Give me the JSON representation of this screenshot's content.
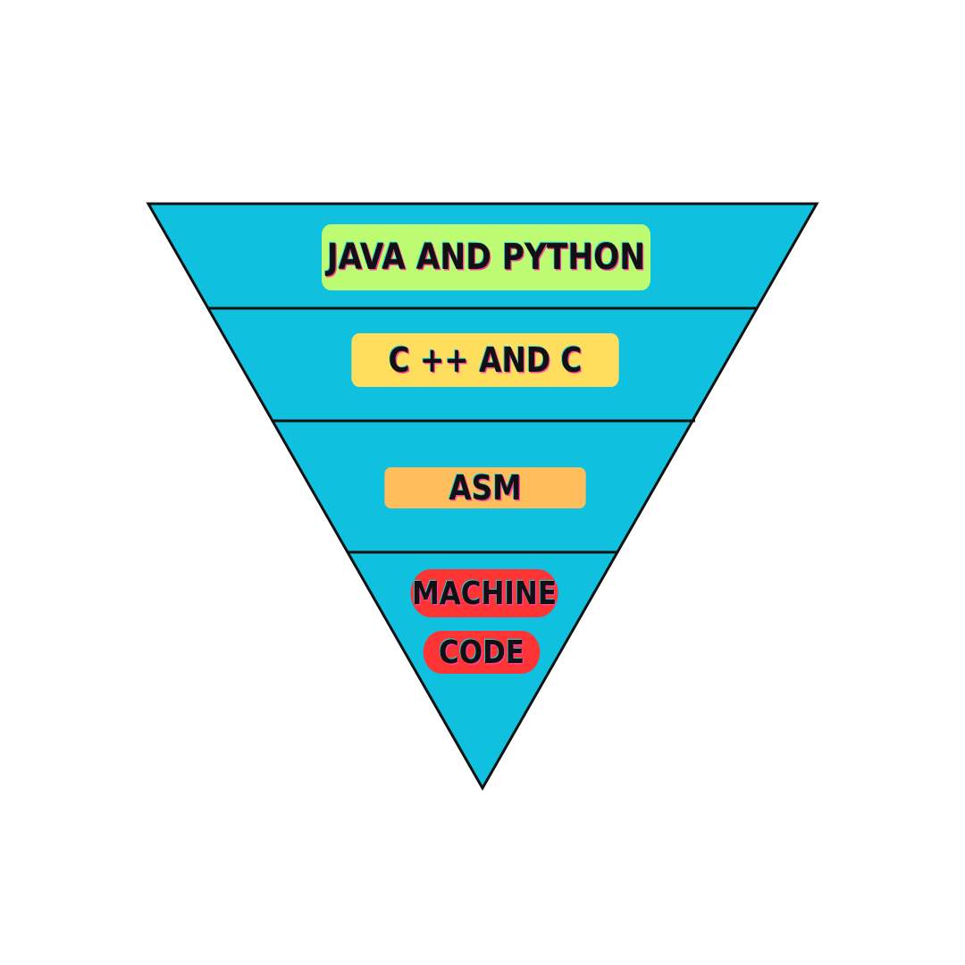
{
  "diagram": {
    "type": "inverted-pyramid",
    "colors": {
      "background": "#ffffff",
      "pyramid_fill": "#0fc0df",
      "outline": "#111111"
    },
    "layers": [
      {
        "label": "JAVA AND PYTHON",
        "color": "#bdfc72"
      },
      {
        "label": "C ++ AND C",
        "color": "#ffde5e"
      },
      {
        "label": "ASM",
        "color": "#ffbe5c"
      },
      {
        "label_line1": "MACHINE",
        "label_line2": "CODE",
        "color": "#ff3435"
      }
    ]
  }
}
